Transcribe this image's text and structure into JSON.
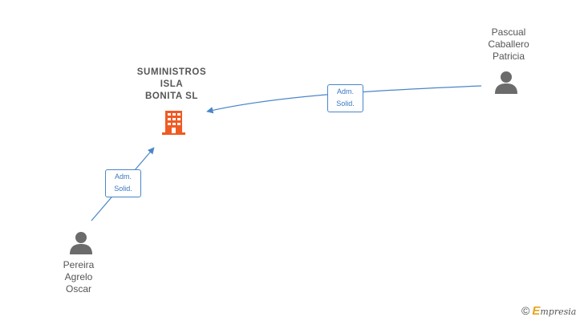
{
  "company": {
    "name_lines": [
      "SUMINISTROS",
      "ISLA",
      "BONITA  SL"
    ],
    "icon": "building-icon",
    "color": "#f05a23"
  },
  "people": [
    {
      "id": "pascual",
      "name_lines": [
        "Pascual",
        "Caballero",
        "Patricia"
      ],
      "icon": "person-icon"
    },
    {
      "id": "pereira",
      "name_lines": [
        "Pereira",
        "Agrelo",
        "Oscar"
      ],
      "icon": "person-icon"
    }
  ],
  "relations": [
    {
      "from": "pascual",
      "to": "company",
      "label_lines": [
        "Adm.",
        "Solid."
      ]
    },
    {
      "from": "pereira",
      "to": "company",
      "label_lines": [
        "Adm.",
        "Solid."
      ]
    }
  ],
  "colors": {
    "edge": "#4a86c8",
    "node_text": "#555555",
    "person_icon": "#6b6b6b"
  },
  "watermark": {
    "symbol": "©",
    "brand_initial": "E",
    "brand_rest": "mpresia"
  }
}
